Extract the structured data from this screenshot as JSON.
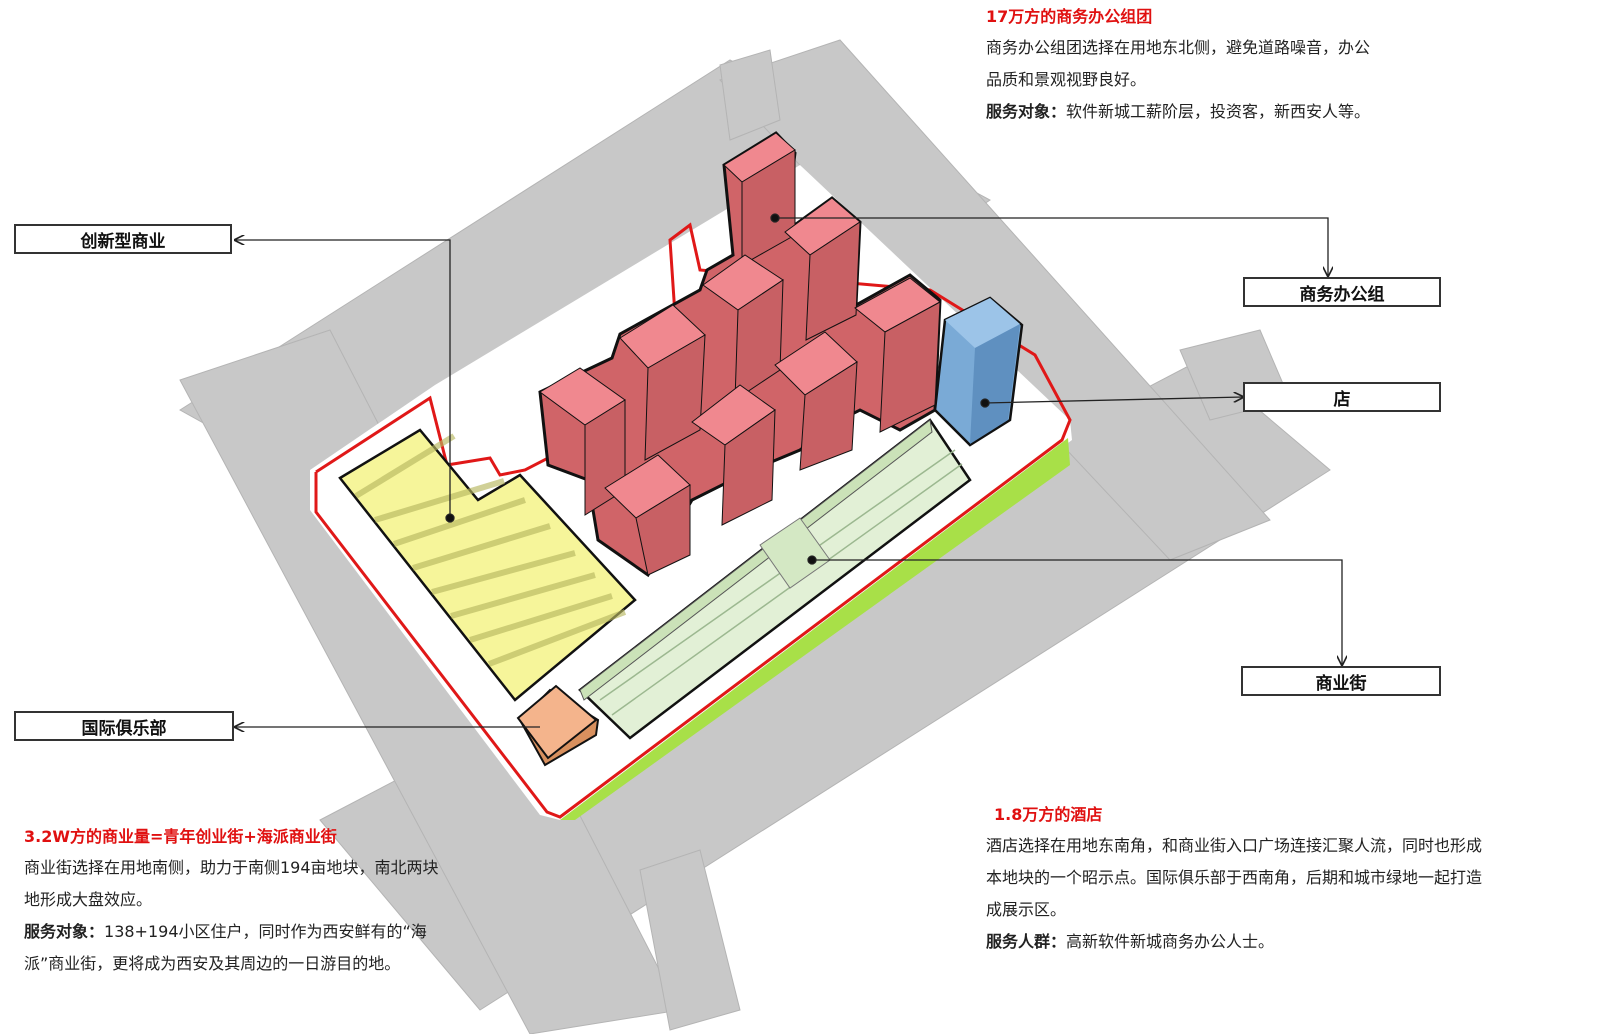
{
  "labels": {
    "innovative_commerce": "创新型商业",
    "business_office_group": "商务办公组",
    "hotel": "店",
    "commercial_street": "商业街",
    "international_club": "国际俱乐部"
  },
  "notes": {
    "office": {
      "title": "17万方的商务办公组团",
      "line1": "商务办公组团选择在用地东北侧，避免道路噪音，办公",
      "line2": "品质和景观视野良好。",
      "service_label": "服务对象：",
      "service_text": "软件新城工薪阶层，投资客，新西安人等。"
    },
    "commerce": {
      "title": "3.2W方的商业量=青年创业街+海派商业街",
      "line1": "商业街选择在用地南侧，助力于南侧194亩地块，南北两块",
      "line2": "地形成大盘效应。",
      "service_label": "服务对象：",
      "service_text": "138+194小区住户，同时作为西安鲜有的“海",
      "line4": "派”商业街，更将成为西安及其周边的一日游目的地。"
    },
    "hotel": {
      "title": "1.8万方的酒店",
      "line1": "酒店选择在用地东南角，和商业街入口广场连接汇聚人流，同时也形成",
      "line2": "本地块的一个昭示点。国际俱乐部于西南角，后期和城市绿地一起打造",
      "line3": "成展示区。",
      "service_label": "服务人群：",
      "service_text": "高新软件新城商务办公人士。"
    }
  },
  "colors": {
    "road": "#c8c8c8",
    "site_boundary": "#e01818",
    "office_tower": "#f0888f",
    "hotel_tower": "#7aaad6",
    "commercial_yellow": "#f6f59a",
    "street_green": "#e2f0d6",
    "club_orange": "#f4b48c",
    "green_belt": "#a8e048",
    "note_title": "#e01010"
  }
}
